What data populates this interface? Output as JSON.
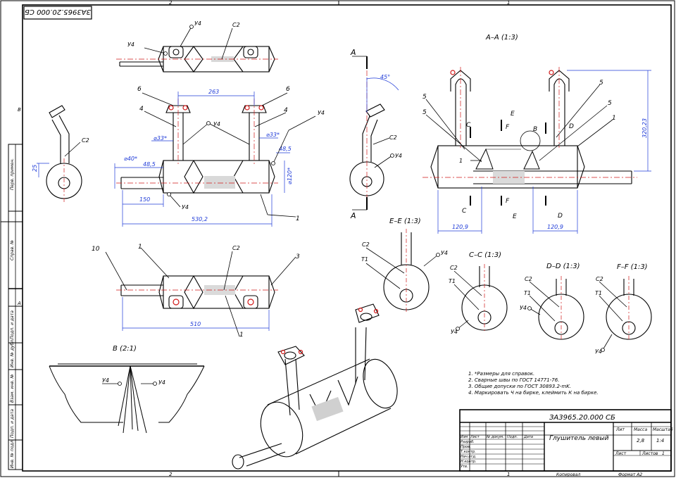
{
  "sheet": {
    "designation": "ЗА3965.20.000 СБ",
    "designation_rotated": "ЗА3965.20.000 СБ",
    "zone_top": [
      "2",
      "1"
    ],
    "zone_bottom": [
      "2",
      "1"
    ],
    "zone_left": [
      "B",
      "A"
    ],
    "copied_label": "Копировал",
    "format_label": "Формат А2"
  },
  "title_block": {
    "designation": "ЗА3965.20.000 СБ",
    "name": "Глушитель левый",
    "col_lit": "Лит",
    "col_mass": "Масса",
    "col_scale": "Масштаб",
    "mass": "2,8",
    "scale": "1:4",
    "sheet_label": "Лист",
    "sheets_label": "Листов",
    "sheets_count": "1",
    "head_izm": "Изм",
    "head_list": "Лист",
    "head_doc": "№ докум.",
    "head_sign": "Подп.",
    "head_date": "Дата",
    "row_labels": [
      "Разраб.",
      "Пров.",
      "Т.контр.",
      "Нач.отд.",
      "Н.контр.",
      "Утв."
    ]
  },
  "side_stamp": [
    "Перв. примен.",
    "Справ. №",
    "Подп. и дата",
    "Инв. № дубл.",
    "Взам. инв. №",
    "Подп. и дата",
    "Инв. № подл."
  ],
  "notes": [
    "1.   *Размеры для справок.",
    "2.   Сварные швы по ГОСТ 14771-76.",
    "3.   Общие допуски по ГОСТ 30893.2-mK.",
    "4.   Маркировать Ч на бирке, клеймить К на бирке."
  ],
  "views": {
    "section_aa": "А–А (1:3)",
    "section_ee": "Е–Е (1:3)",
    "section_cc": "С–С (1:3)",
    "section_dd": "D–D (1:3)",
    "section_ff": "F–F (1:3)",
    "detail_b": "В (2:1)"
  },
  "dimensions": {
    "d263": "263",
    "d48_5a": "48,5",
    "d48_5b": "48,5",
    "d150": "150",
    "d530_2": "530,2",
    "d510": "510",
    "d33a": "⌀33*",
    "d33b": "⌀33*",
    "d40": "⌀40*",
    "d120": "⌀120*",
    "d25": "25",
    "d45": "45°",
    "d320_23": "320,23",
    "d120_9a": "120,9",
    "d120_9b": "120,9"
  },
  "callouts": {
    "c1": "1",
    "c3": "3",
    "c4": "4",
    "c5": "5",
    "c6": "6",
    "c10": "10",
    "weld_y4": "У4",
    "weld_c2": "С2",
    "weld_t1": "Т1"
  },
  "cut_letters": {
    "A": "А",
    "B": "В",
    "C": "С",
    "D": "D",
    "E": "Е",
    "F": "F"
  }
}
